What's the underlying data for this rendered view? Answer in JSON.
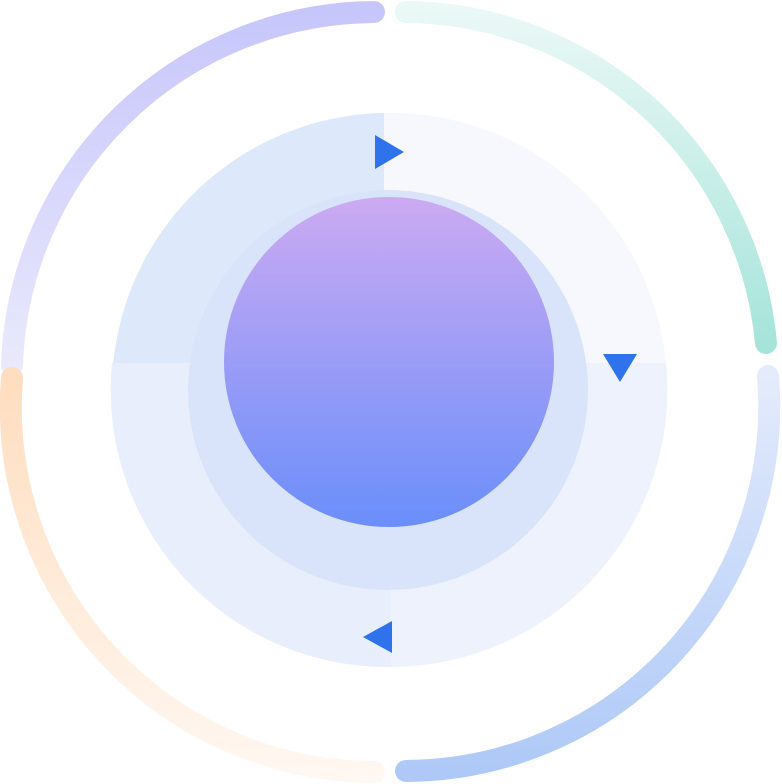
{
  "diagram": {
    "type": "circular-cycle",
    "direction": "clockwise",
    "outer_arcs": [
      {
        "id": "top-left",
        "color_start": "#C7C6FB",
        "color_end": "#E9E9FC"
      },
      {
        "id": "top-right",
        "color_start": "#EAF8F6",
        "color_end": "#A6E4DA"
      },
      {
        "id": "bottom-right",
        "color_start": "#E4EBFC",
        "color_end": "#AEC9F7"
      },
      {
        "id": "bottom-left",
        "color_start": "#FFDDBF",
        "color_end": "#FFF7F1"
      }
    ],
    "quadrants": [
      {
        "id": "top-left",
        "color": "#DDE8FB"
      },
      {
        "id": "top-right",
        "color": "#F6F8FE"
      },
      {
        "id": "bottom-right",
        "color": "#EDF2FD"
      },
      {
        "id": "bottom-left",
        "color": "#E8EEFC"
      }
    ],
    "inner_ring_color": "#D9E4FB",
    "center_gradient": {
      "top": "#CCAAF2",
      "bottom": "#6A8EFA"
    },
    "arrow_color": "#2F73EC",
    "arrows": [
      "right",
      "down",
      "left"
    ]
  }
}
